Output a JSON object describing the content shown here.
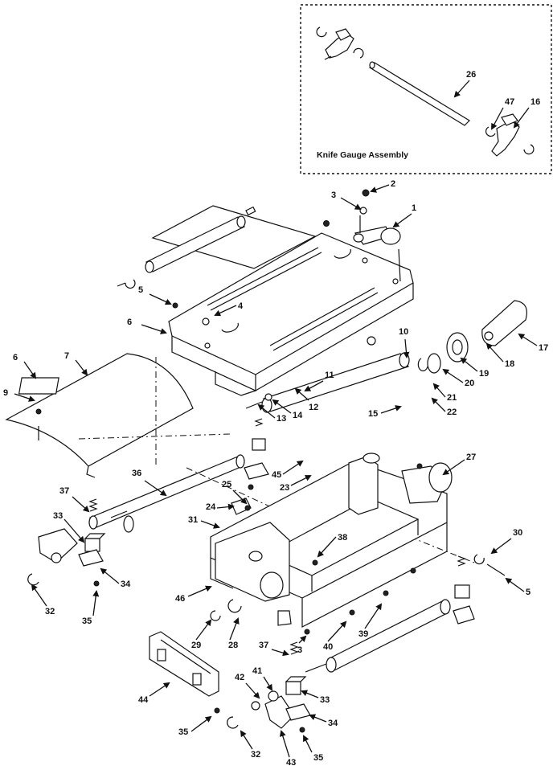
{
  "inset": {
    "caption": "Knife Gauge Assembly"
  },
  "callouts": [
    {
      "id": "c1",
      "text": "1"
    },
    {
      "id": "c2",
      "text": "2"
    },
    {
      "id": "c3a",
      "text": "3"
    },
    {
      "id": "c4",
      "text": "4"
    },
    {
      "id": "c5a",
      "text": "5"
    },
    {
      "id": "c5b",
      "text": "5"
    },
    {
      "id": "c6a",
      "text": "6"
    },
    {
      "id": "c6b",
      "text": "6"
    },
    {
      "id": "c7",
      "text": "7"
    },
    {
      "id": "c9",
      "text": "9"
    },
    {
      "id": "c10",
      "text": "10"
    },
    {
      "id": "c11",
      "text": "11"
    },
    {
      "id": "c12",
      "text": "12"
    },
    {
      "id": "c13",
      "text": "13"
    },
    {
      "id": "c14",
      "text": "14"
    },
    {
      "id": "c15",
      "text": "15"
    },
    {
      "id": "c16",
      "text": "16"
    },
    {
      "id": "c17",
      "text": "17"
    },
    {
      "id": "c18",
      "text": "18"
    },
    {
      "id": "c19",
      "text": "19"
    },
    {
      "id": "c20",
      "text": "20"
    },
    {
      "id": "c21",
      "text": "21"
    },
    {
      "id": "c22",
      "text": "22"
    },
    {
      "id": "c23",
      "text": "23"
    },
    {
      "id": "c24",
      "text": "24"
    },
    {
      "id": "c25",
      "text": "25"
    },
    {
      "id": "c26",
      "text": "26"
    },
    {
      "id": "c27",
      "text": "27"
    },
    {
      "id": "c28",
      "text": "28"
    },
    {
      "id": "c29",
      "text": "29"
    },
    {
      "id": "c30",
      "text": "30"
    },
    {
      "id": "c31",
      "text": "31"
    },
    {
      "id": "c32a",
      "text": "32"
    },
    {
      "id": "c32b",
      "text": "32"
    },
    {
      "id": "c33a",
      "text": "33"
    },
    {
      "id": "c33b",
      "text": "33"
    },
    {
      "id": "c34a",
      "text": "34"
    },
    {
      "id": "c34b",
      "text": "34"
    },
    {
      "id": "c35a",
      "text": "35"
    },
    {
      "id": "c35b",
      "text": "35"
    },
    {
      "id": "c35c",
      "text": "35"
    },
    {
      "id": "c36",
      "text": "36"
    },
    {
      "id": "c37a",
      "text": "37"
    },
    {
      "id": "c37b",
      "text": "37"
    },
    {
      "id": "c38",
      "text": "38"
    },
    {
      "id": "c39",
      "text": "39"
    },
    {
      "id": "c40",
      "text": "40"
    },
    {
      "id": "c41",
      "text": "41"
    },
    {
      "id": "c42",
      "text": "42"
    },
    {
      "id": "c43",
      "text": "43"
    },
    {
      "id": "c44",
      "text": "44"
    },
    {
      "id": "c45",
      "text": "45"
    },
    {
      "id": "c46",
      "text": "46"
    },
    {
      "id": "c47",
      "text": "47"
    },
    {
      "id": "c3b",
      "text": "3"
    }
  ]
}
